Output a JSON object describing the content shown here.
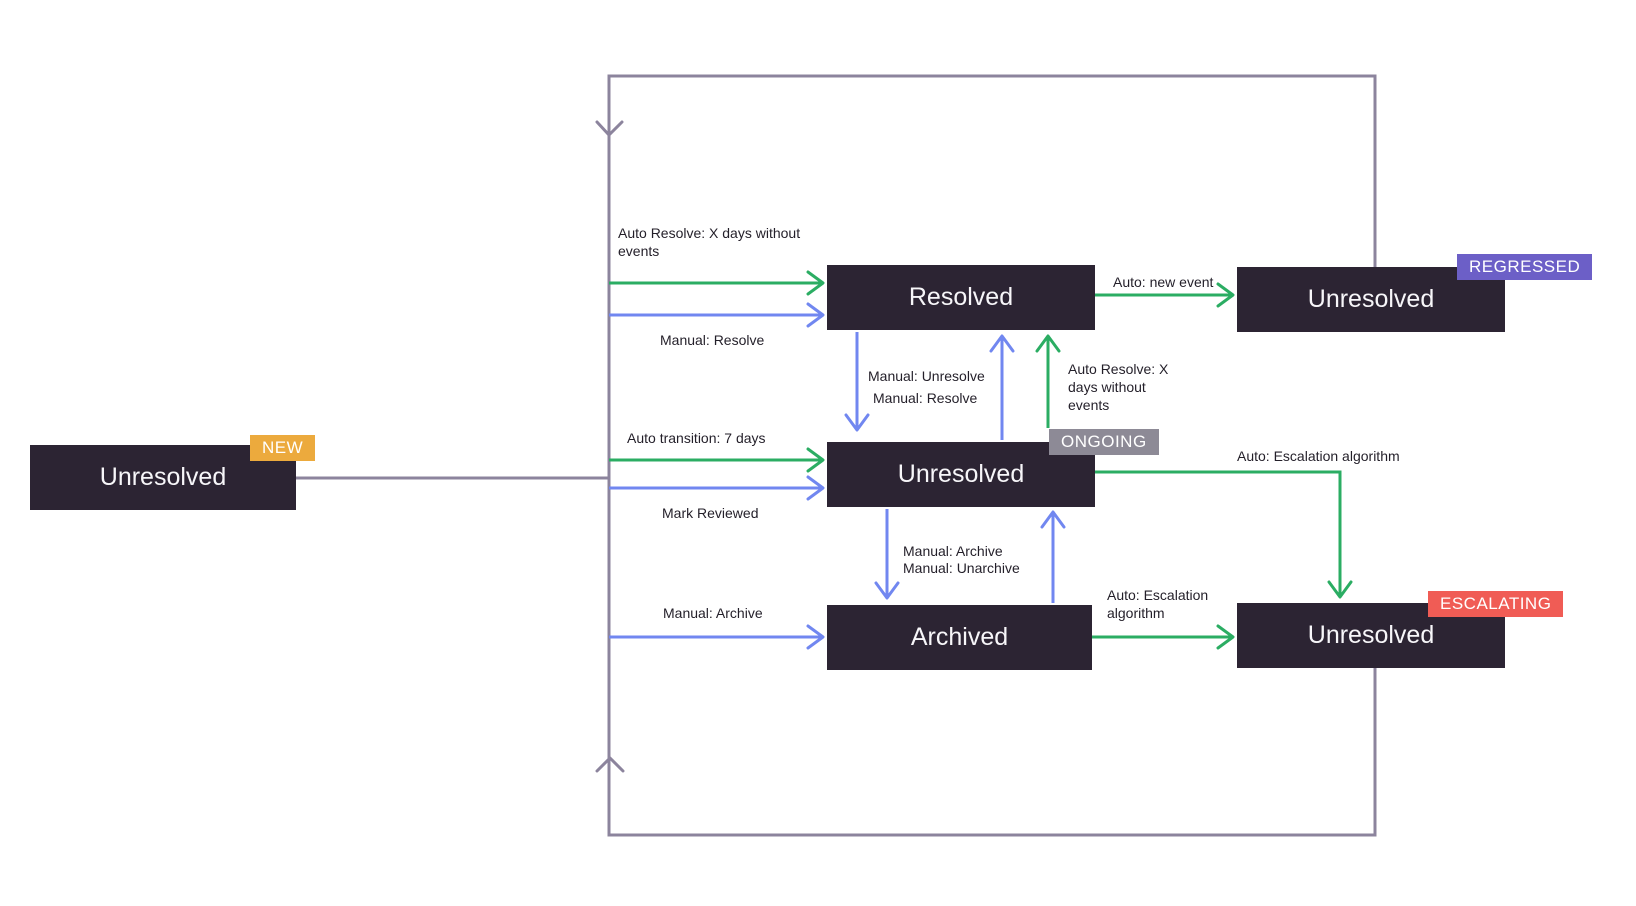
{
  "nodes": {
    "new": {
      "label": "Unresolved",
      "badge": "NEW"
    },
    "resolved": {
      "label": "Resolved"
    },
    "ongoing": {
      "label": "Unresolved",
      "badge": "ONGOING"
    },
    "archived": {
      "label": "Archived"
    },
    "regressed": {
      "label": "Unresolved",
      "badge": "REGRESSED"
    },
    "escalating": {
      "label": "Unresolved",
      "badge": "ESCALATING"
    }
  },
  "labels": {
    "auto_resolve_to_resolved": "Auto Resolve: X days without events",
    "manual_resolve": "Manual: Resolve",
    "auto_transition": "Auto transition: 7 days",
    "mark_reviewed": "Mark Reviewed",
    "manual_archive": "Manual: Archive",
    "manual_unresolve": "Manual: Unresolve",
    "manual_resolve_ongoing": "Manual: Resolve",
    "auto_resolve_ongoing": "Auto Resolve: X days without events",
    "manual_archive_ongoing": "Manual: Archive",
    "manual_unarchive": "Manual: Unarchive",
    "auto_new_event": "Auto: new event",
    "auto_escalation_ongoing": "Auto: Escalation algorithm",
    "auto_escalation_archived": "Auto: Escalation algorithm"
  },
  "colors": {
    "auto_transition_green": "#2BAD63",
    "manual_transition_blue": "#7187F0",
    "loop_line": "#8C849D",
    "state_box": "#2C2433",
    "badge_new": "#ECAA3D",
    "badge_ongoing": "#8D8A96",
    "badge_regressed": "#6C5FC7",
    "badge_escalating": "#F05C55"
  }
}
